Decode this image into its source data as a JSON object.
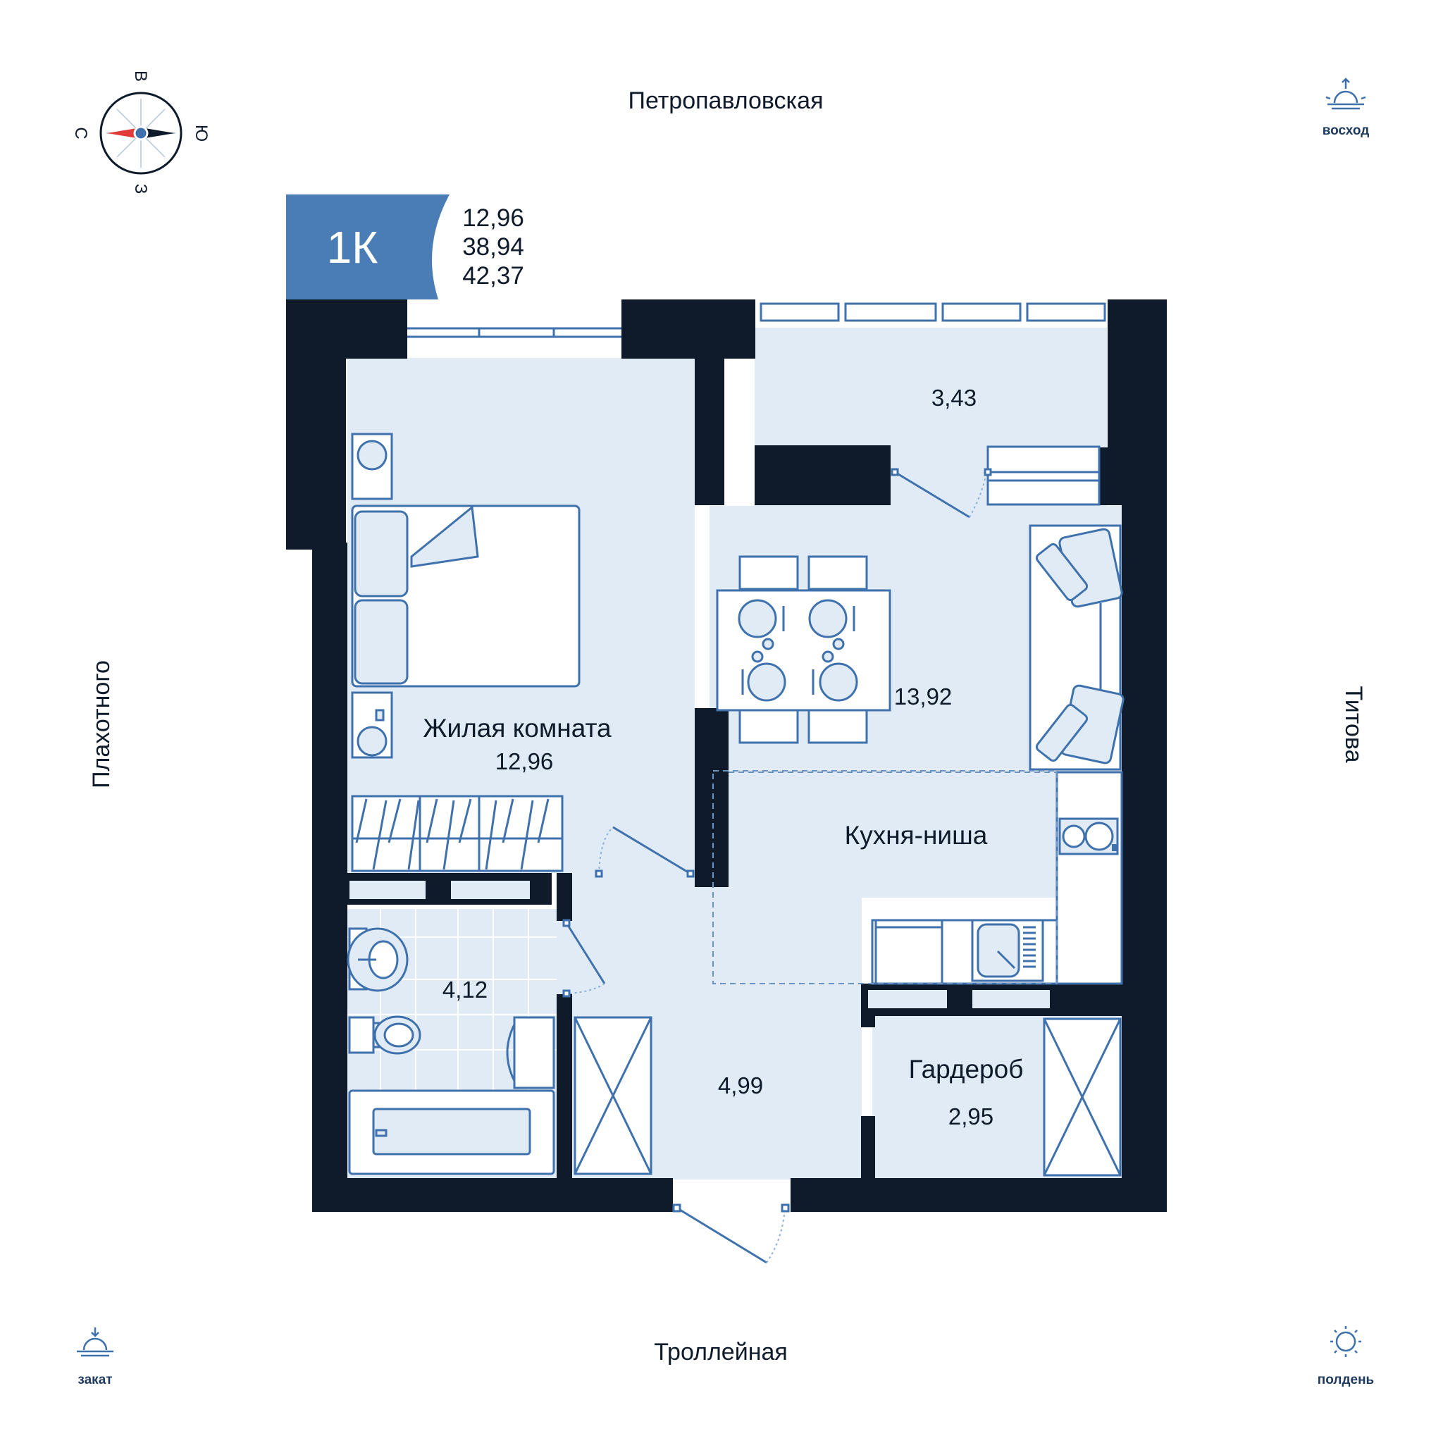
{
  "badge": {
    "type_label": "1К",
    "areas": [
      "12,96",
      "38,94",
      "42,37"
    ],
    "color": "#4a7db5"
  },
  "streets": {
    "top": "Петропавловская",
    "bottom": "Троллейная",
    "left": "Плахотного",
    "right": "Титова"
  },
  "compass": {
    "north": "С",
    "south": "Ю",
    "east": "В",
    "west": "З"
  },
  "sun": {
    "sunrise": "восход",
    "sunset": "закат",
    "noon": "полдень"
  },
  "rooms": {
    "living": {
      "name": "Жилая комната",
      "area": "12,96"
    },
    "balcony": {
      "area": "3,43"
    },
    "dining": {
      "area": "13,92"
    },
    "kitchen": {
      "name": "Кухня-ниша"
    },
    "bathroom": {
      "area": "4,12"
    },
    "hall": {
      "area": "4,99"
    },
    "wardrobe": {
      "name": "Гардероб",
      "area": "2,95"
    }
  },
  "colors": {
    "wall": "#0f1b2a",
    "floor": "#e0ebf6",
    "line": "#3f72ad",
    "accent": "#4a7db5",
    "north_arrow": "#e03a3a"
  }
}
